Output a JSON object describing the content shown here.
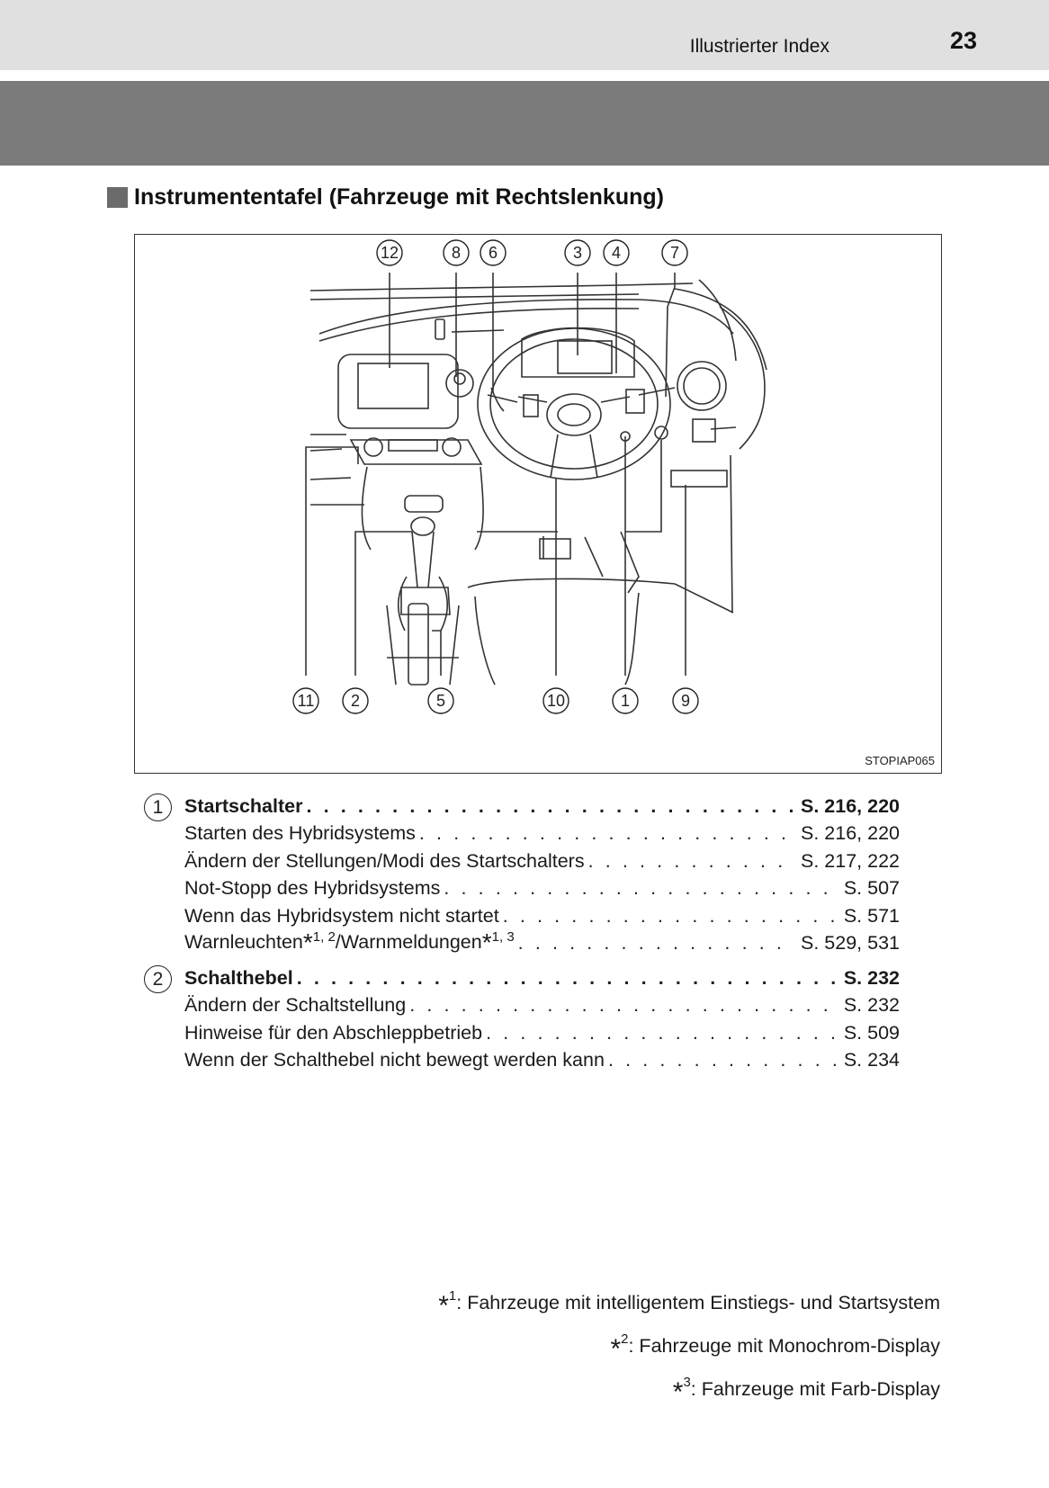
{
  "header": {
    "running_title": "Illustrierter Index",
    "page_number": "23"
  },
  "section": {
    "title": "Instrumententafel (Fahrzeuge mit Rechtslenkung)"
  },
  "figure": {
    "code": "STOPIAP065",
    "callouts_top": [
      "12",
      "8",
      "6",
      "3",
      "4",
      "7"
    ],
    "callouts_bottom": [
      "11",
      "2",
      "5",
      "10",
      "1",
      "9"
    ]
  },
  "entries": [
    {
      "num": "1",
      "main": {
        "label": "Startschalter",
        "page": "S. 216, 220"
      },
      "subs": [
        {
          "label": "Starten des Hybridsystems",
          "page": "S. 216, 220"
        },
        {
          "label": "Ändern der Stellungen/Modi des Startschalters",
          "page": "S. 217, 222"
        },
        {
          "label": "Not-Stopp des Hybridsystems",
          "page": "S. 507"
        },
        {
          "label": "Wenn das Hybridsystem nicht startet",
          "page": "S. 571"
        },
        {
          "label_part1": "Warnleuchten",
          "fn1": "1, 2",
          "label_part2": "/Warnmeldungen",
          "fn2": "1, 3",
          "page": "S. 529, 531"
        }
      ]
    },
    {
      "num": "2",
      "main": {
        "label": "Schalthebel",
        "page": "S. 232"
      },
      "subs": [
        {
          "label": "Ändern der Schaltstellung",
          "page": "S. 232"
        },
        {
          "label": "Hinweise für den Abschleppbetrieb",
          "page": "S. 509"
        },
        {
          "label": "Wenn der Schalthebel nicht bewegt werden kann",
          "page": "S. 234"
        }
      ]
    }
  ],
  "footnotes": [
    {
      "star": "*",
      "num": "1",
      "text": ": Fahrzeuge mit intelligentem Einstiegs- und Startsystem"
    },
    {
      "star": "*",
      "num": "2",
      "text": ": Fahrzeuge mit Monochrom-Display"
    },
    {
      "star": "*",
      "num": "3",
      "text": ": Fahrzeuge mit Farb-Display"
    }
  ]
}
